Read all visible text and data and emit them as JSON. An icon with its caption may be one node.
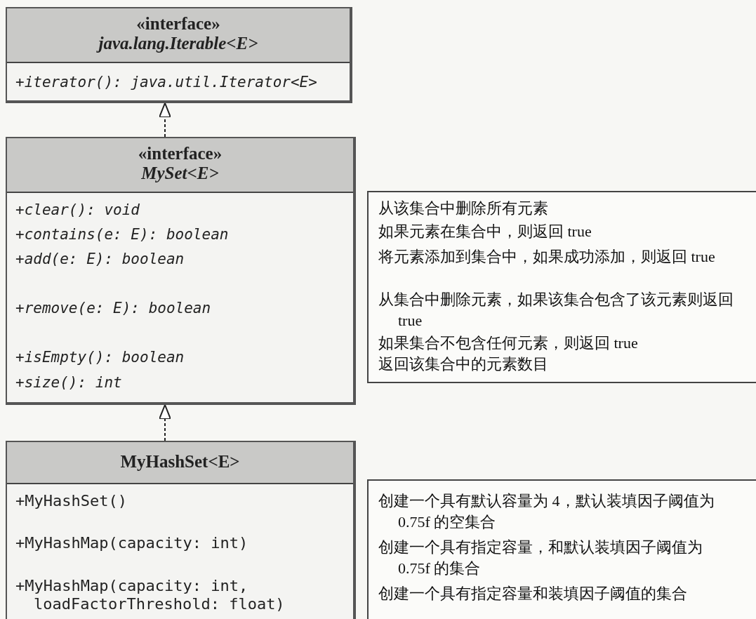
{
  "diagram": {
    "nodes": [
      {
        "text": [
          "«interface»",
          "java.lang.Iterable<E>",
          "+iterator(): java.util.Iterator<E>"
        ]
      },
      {
        "text": [
          "«interface»",
          "MySet<E>",
          "+clear(): void",
          "+contains(e: E): boolean",
          "+add(e: E): boolean",
          "+remove(e: E): boolean",
          "+isEmpty(): boolean",
          "+size(): int"
        ]
      },
      {
        "text": [
          "MyHashSet<E>",
          "+MyHashSet()",
          "+MyHashMap(capacity: int)",
          "+MyHashMap(capacity: int, loadFactorThreshold: float)"
        ]
      },
      {
        "text": [
          "从该集合中删除所有元素",
          "如果元素在集合中，则返回 true",
          "将元素添加到集合中，如果成功添加，则返回 true",
          "从集合中删除元素，如果该集合包含了该元素则返回 true",
          "如果集合不包含任何元素，则返回 true",
          "返回该集合中的元素数目"
        ]
      },
      {
        "text": [
          "创建一个具有默认容量为 4，默认装填因子阈值为0.75f 的空集合",
          "创建一个具有指定容量，和默认装填因子阈值为0.75f 的集合",
          "创建一个具有指定容量和装填因子阈值的集合"
        ]
      }
    ],
    "edges": [
      {
        "from": 1,
        "to": 0,
        "arrow": "to",
        "style": "dashed"
      },
      {
        "from": 2,
        "to": 1,
        "arrow": "to",
        "style": "dashed"
      }
    ]
  }
}
